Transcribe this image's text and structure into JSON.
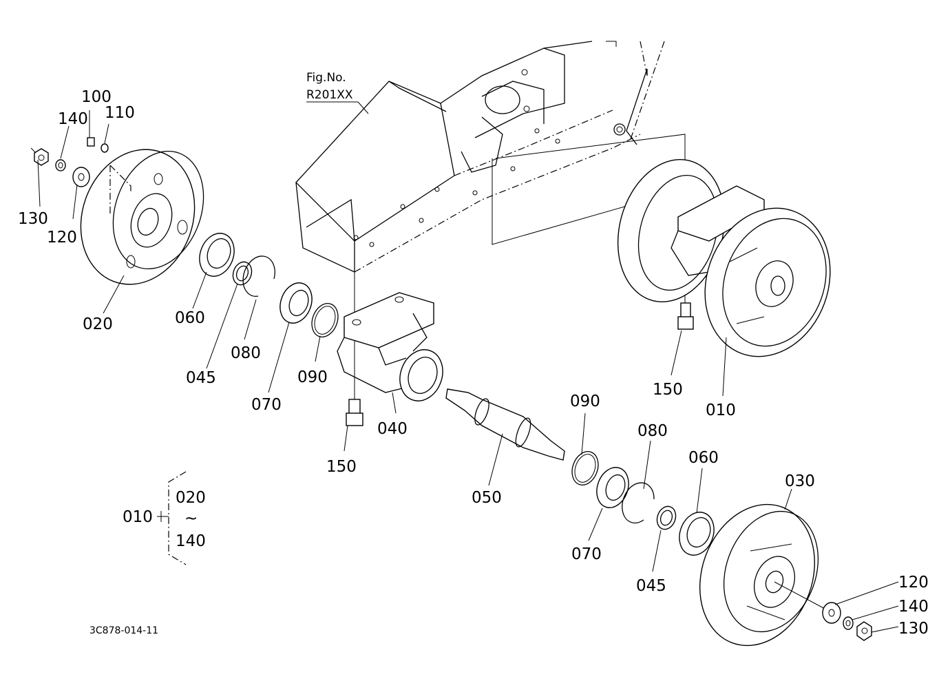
{
  "figure_ref": {
    "line1": "Fig.No.",
    "line2": "R201XX"
  },
  "callouts": {
    "c100": "100",
    "c140_top": "140",
    "c110": "110",
    "c130_top": "130",
    "c120_top": "120",
    "c020": "020",
    "c060_left": "060",
    "c045_left": "045",
    "c080_left": "080",
    "c070_left": "070",
    "c090_left": "090",
    "c040": "040",
    "c150_left": "150",
    "c150_right": "150",
    "c010": "010",
    "c050": "050",
    "c090_right": "090",
    "c080_right": "080",
    "c060_right": "060",
    "c030": "030",
    "c070_right": "070",
    "c045_right": "045",
    "c120_bottom": "120",
    "c140_bottom": "140",
    "c130_bottom": "130"
  },
  "assembly_key": {
    "assembly": "010",
    "range_from": "020",
    "range_sep": "~",
    "range_to": "140"
  },
  "drawing_code": "3C878-014-11"
}
